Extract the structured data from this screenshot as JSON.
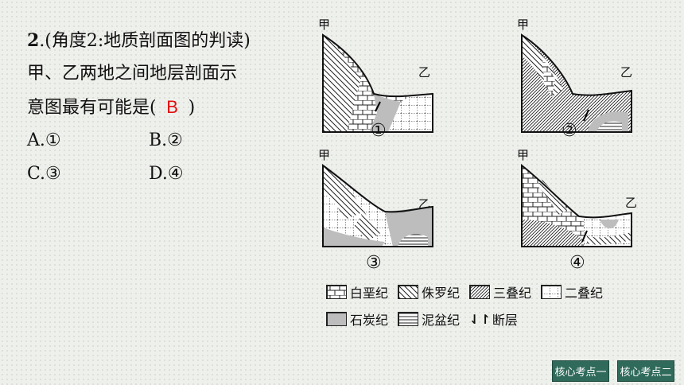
{
  "question": {
    "number": "2",
    "line1": ".(角度2:地质剖面图的判读)",
    "line2": "甲、乙两地之间地层剖面示",
    "line3_prefix": "意图最有可能是(",
    "answer": "B",
    "line3_suffix": ")",
    "options": [
      {
        "label": "A.①"
      },
      {
        "label": "B.②"
      },
      {
        "label": "C.③"
      },
      {
        "label": "D.④"
      }
    ]
  },
  "panels": [
    {
      "left": "甲",
      "right": "乙",
      "num": "①"
    },
    {
      "left": "甲",
      "right": "乙",
      "num": "②"
    },
    {
      "left": "甲",
      "right": "乙",
      "num": "③"
    },
    {
      "left": "甲",
      "right": "乙",
      "num": "④"
    }
  ],
  "legend": {
    "row1": [
      "白垩纪",
      "侏罗纪",
      "三叠纪",
      "二叠纪"
    ],
    "row2": [
      "石炭纪",
      "泥盆纪"
    ],
    "fault_symbol": "⇃↾",
    "fault_label": "断层"
  },
  "nav": {
    "btn1": "核心考点一",
    "btn2": "核心考点二"
  },
  "colors": {
    "answer": "#e01010",
    "nav_bg": "#2f6a5a",
    "carboniferous": "#bdbdbd"
  }
}
